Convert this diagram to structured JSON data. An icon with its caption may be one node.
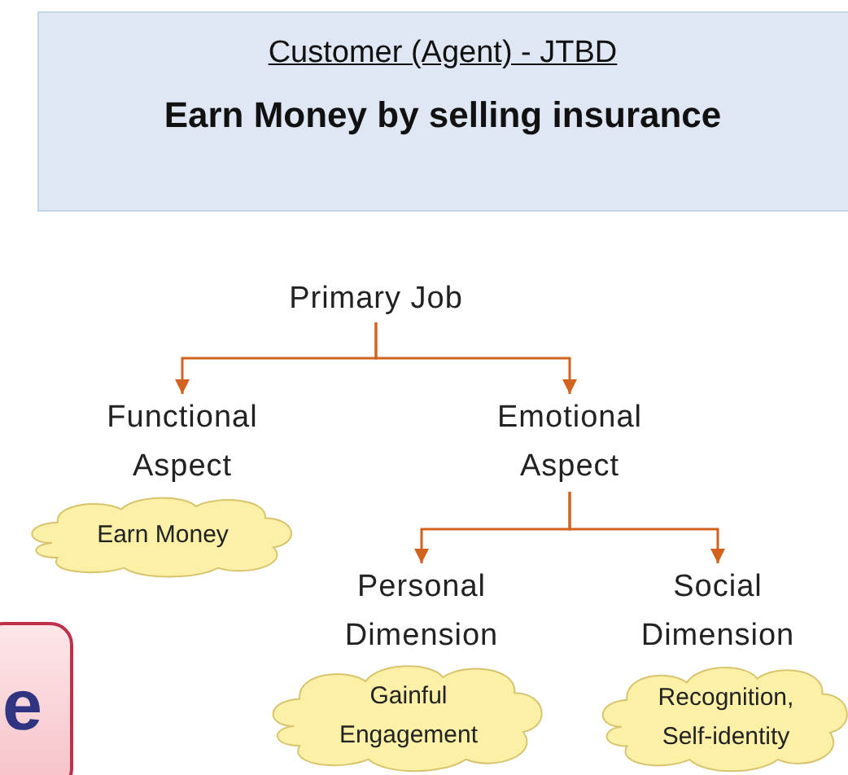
{
  "diagram": {
    "nodes": [
      {
        "text": [
          "Customer (Agent) - JTBD",
          "Earn Money by selling insurance"
        ]
      },
      {
        "text": [
          "Primary Job"
        ]
      },
      {
        "text": [
          "Functional Aspect"
        ]
      },
      {
        "text": [
          "Earn Money"
        ]
      },
      {
        "text": [
          "Emotional Aspect"
        ]
      },
      {
        "text": [
          "Personal Dimension"
        ]
      },
      {
        "text": [
          "Social Dimension"
        ]
      },
      {
        "text": [
          "Gainful Engagement"
        ]
      },
      {
        "text": [
          "Recognition, Self-identity"
        ]
      },
      {
        "text": [
          "e"
        ]
      }
    ],
    "edges": [
      {
        "from": 1,
        "to": 2,
        "arrow": "to"
      },
      {
        "from": 1,
        "to": 4,
        "arrow": "to"
      },
      {
        "from": 4,
        "to": 5,
        "arrow": "to"
      },
      {
        "from": 4,
        "to": 6,
        "arrow": "to"
      }
    ]
  }
}
